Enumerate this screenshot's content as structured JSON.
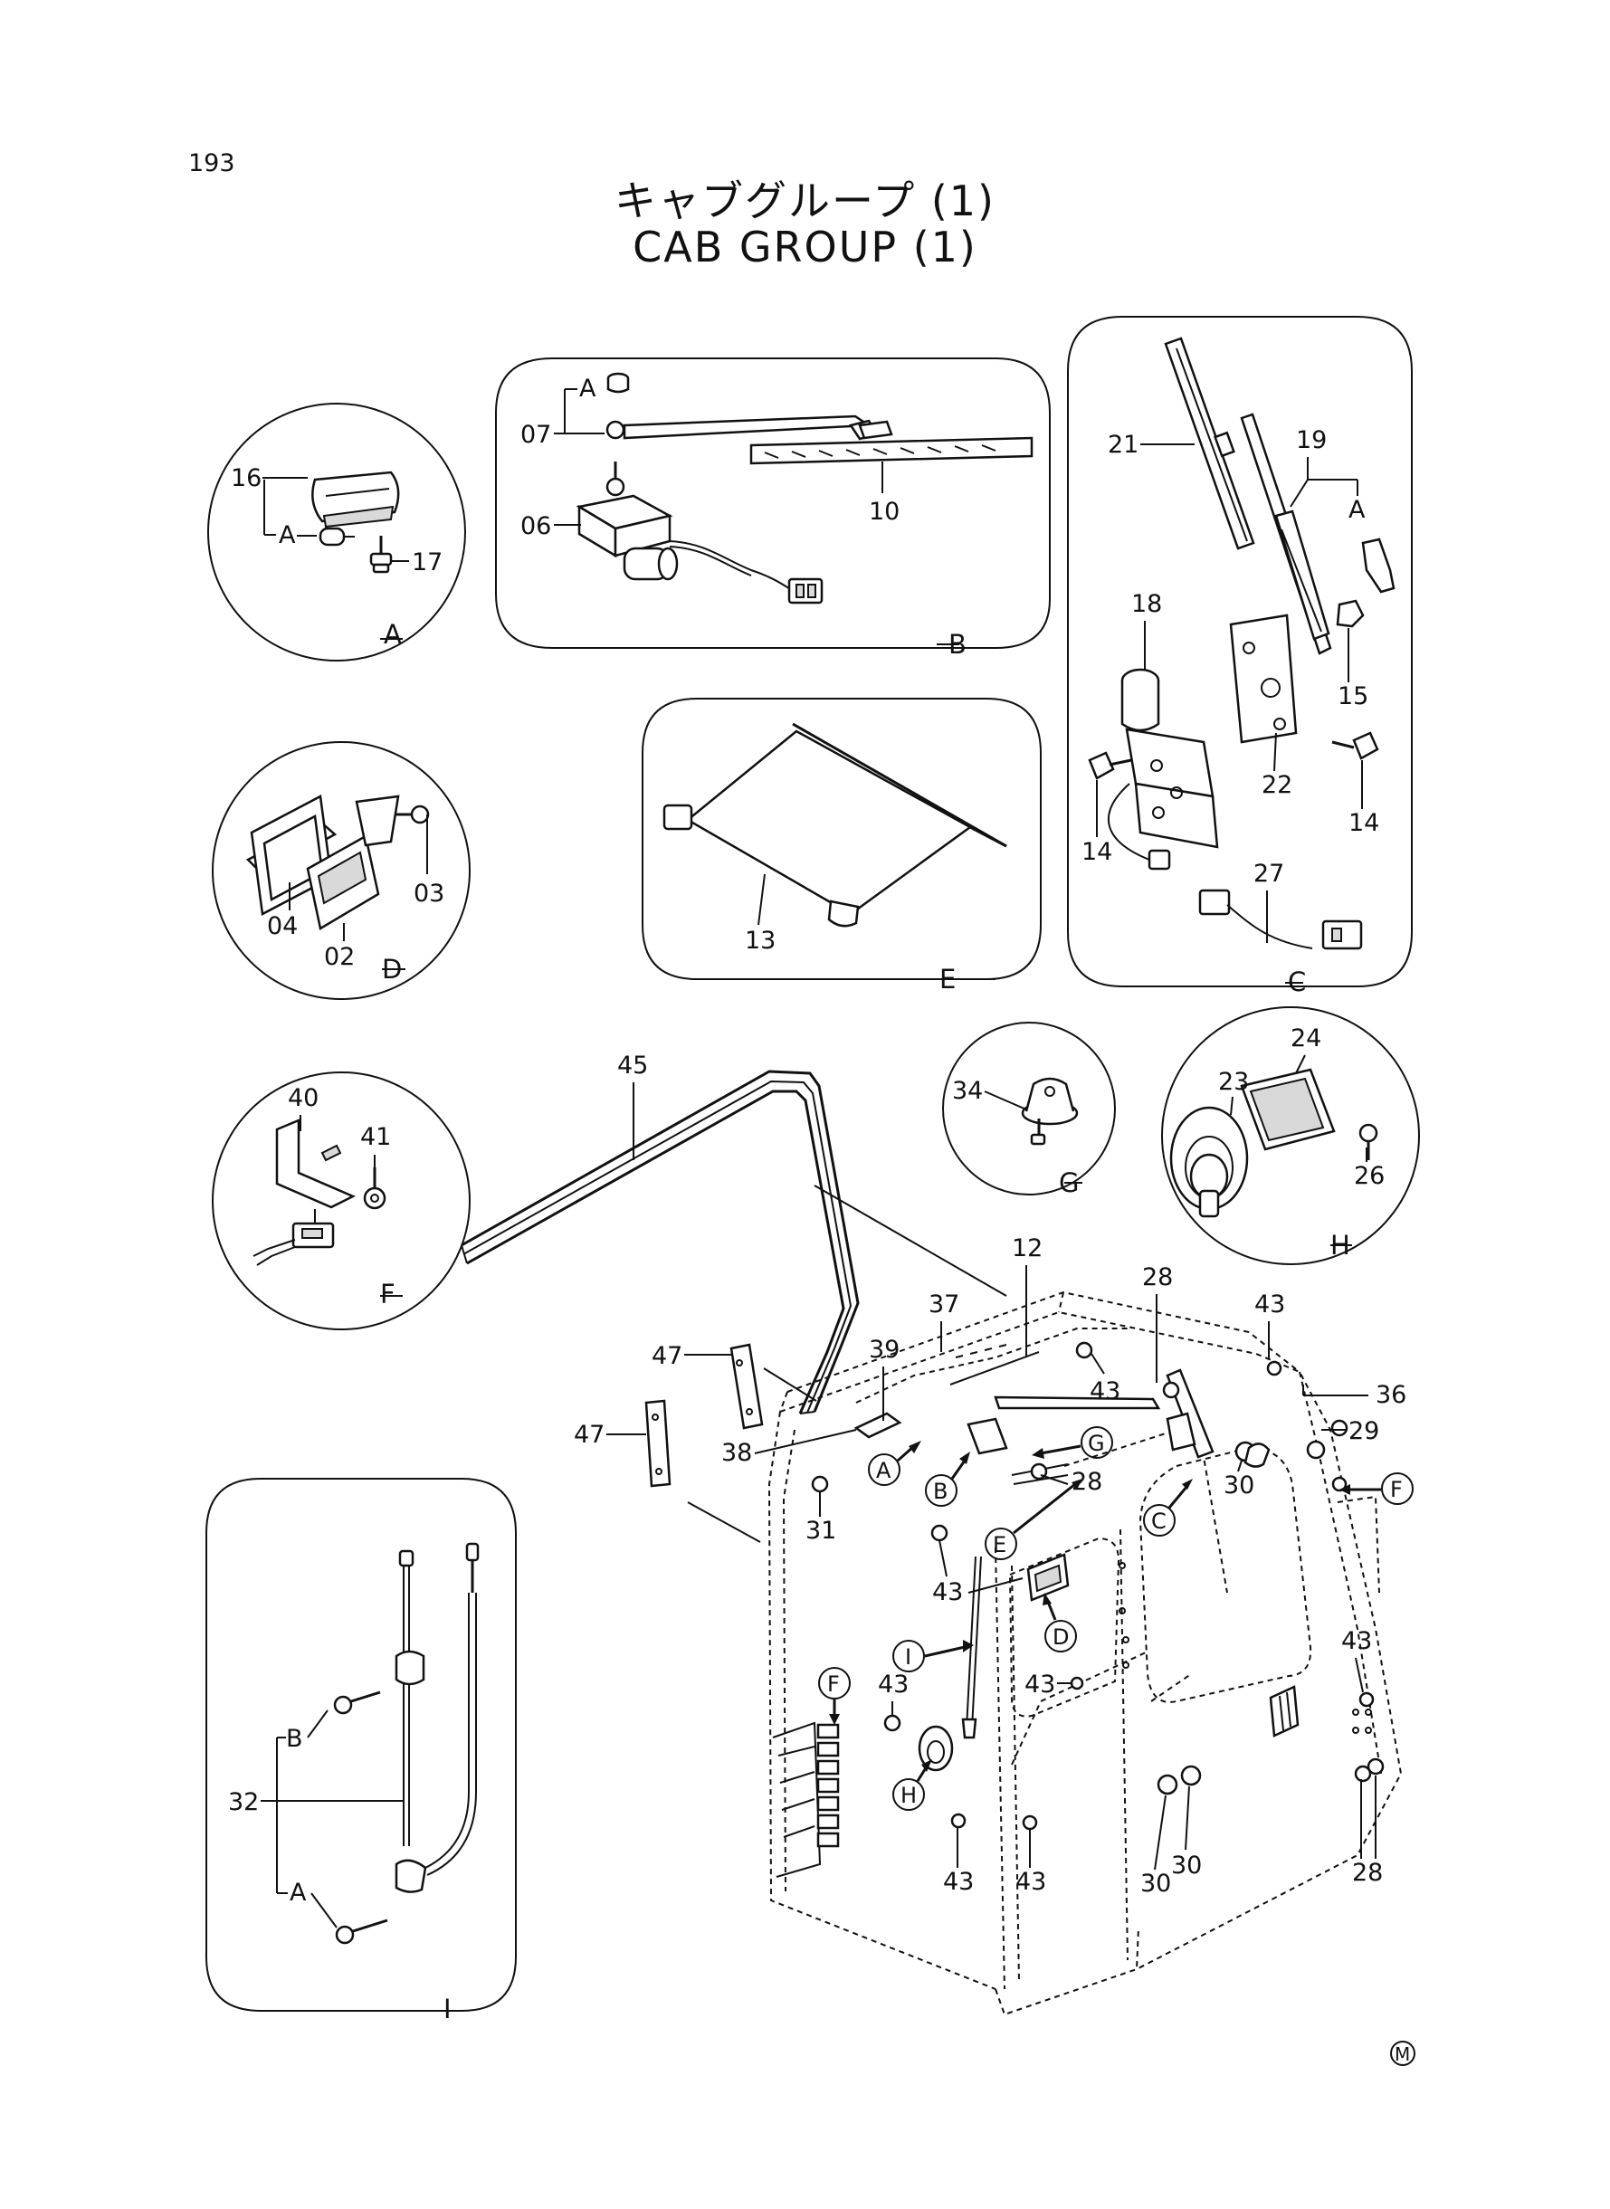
{
  "page": {
    "number": "193",
    "title_jp": "キャブグループ (1)",
    "title_en": "CAB GROUP (1)",
    "mark": "M"
  },
  "details": {
    "A": {
      "letter": "A",
      "parts": [
        "16",
        "17"
      ],
      "refs": [
        "A"
      ]
    },
    "B": {
      "letter": "B",
      "parts": [
        "07",
        "06",
        "10"
      ],
      "refs": [
        "A"
      ]
    },
    "C": {
      "letter": "C",
      "parts": [
        "21",
        "19",
        "18",
        "15",
        "22",
        "14",
        "14",
        "27"
      ],
      "refs": [
        "A"
      ]
    },
    "D": {
      "letter": "D",
      "parts": [
        "03",
        "04",
        "02"
      ]
    },
    "E": {
      "letter": "E",
      "parts": [
        "13"
      ]
    },
    "F": {
      "letter": "F",
      "parts": [
        "40",
        "41"
      ]
    },
    "G": {
      "letter": "G",
      "parts": [
        "34"
      ]
    },
    "H": {
      "letter": "H",
      "parts": [
        "24",
        "23",
        "26"
      ]
    },
    "I": {
      "letter": "I",
      "parts": [
        "32"
      ],
      "refs": [
        "B",
        "A"
      ]
    }
  },
  "main": {
    "parts": [
      "45",
      "12",
      "37",
      "28",
      "43",
      "47",
      "47",
      "39",
      "43",
      "36",
      "38",
      "29",
      "28",
      "30",
      "31",
      "43",
      "43",
      "43",
      "43",
      "30",
      "30",
      "28",
      "43",
      "43"
    ],
    "callouts": [
      "A",
      "B",
      "G",
      "E",
      "C",
      "F",
      "I",
      "D",
      "F",
      "H"
    ]
  }
}
